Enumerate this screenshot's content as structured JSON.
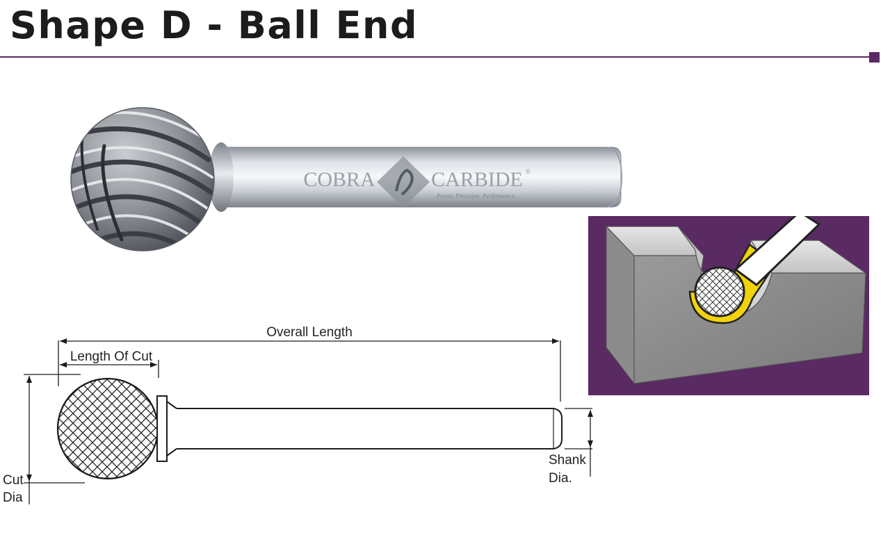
{
  "title": "Shape D - Ball End",
  "product": {
    "brand_left": "COBRA",
    "brand_right": "CARBIDE",
    "registered_mark": "®",
    "tagline": "Power. Precision. Performance."
  },
  "drawing": {
    "overall_length_label": "Overall Length",
    "length_of_cut_label": "Length Of Cut",
    "cut_dia_label_line1": "Cut",
    "cut_dia_label_line2": "Dia",
    "shank_dia_label_line1": "Shank",
    "shank_dia_label_line2": "Dia."
  },
  "colors": {
    "accent": "#5a2a63",
    "illustration_bg": "#5a2a63",
    "highlight": "#f2d20a",
    "ink": "#1c1c1c"
  }
}
